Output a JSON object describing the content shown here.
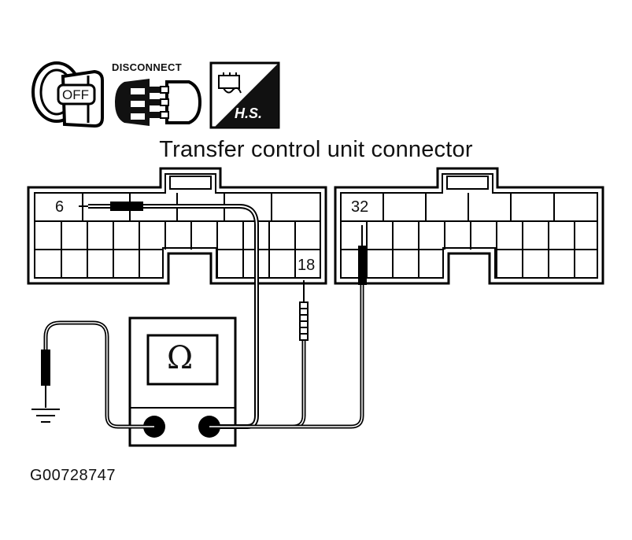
{
  "title": "Transfer control unit connector",
  "icons": {
    "ignition_text": "OFF",
    "disconnect_text": "DISCONNECT",
    "harness_side_text": "H.S."
  },
  "pins": {
    "left_connector_pin": "6",
    "lower_pin": "18",
    "right_connector_pin": "32"
  },
  "meter": {
    "symbol": "Ω"
  },
  "figure_id": "G00728747"
}
